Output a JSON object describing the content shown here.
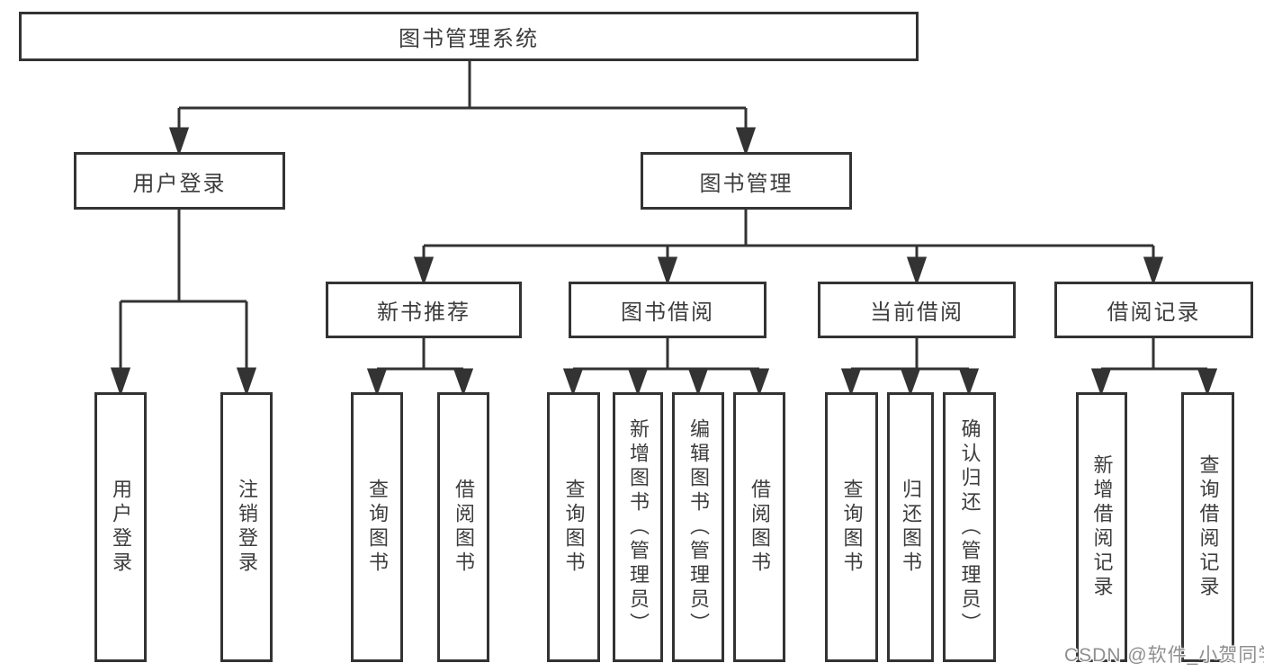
{
  "diagram_title": "图书管理系统",
  "nodes": {
    "root": "图书管理系统",
    "user_login": "用户登录",
    "book_mgmt": "图书管理",
    "new_book_rec": "新书推荐",
    "book_borrow": "图书借阅",
    "current_borrow": "当前借阅",
    "borrow_records": "借阅记录",
    "ul_login": "用户登录",
    "ul_logout": "注销登录",
    "nb_query": "查询图书",
    "nb_borrow": "借阅图书",
    "bb_query": "查询图书",
    "bb_add": "新增图书（管理员）",
    "bb_edit": "编辑图书（管理员）",
    "bb_borrow": "借阅图书",
    "cb_query": "查询图书",
    "cb_return": "归还图书",
    "cb_confirm": "确认归还（管理员）",
    "br_add": "新增借阅记录",
    "br_query": "查询借阅记录"
  },
  "hierarchy": {
    "图书管理系统": [
      "用户登录",
      "图书管理"
    ],
    "用户登录": [
      "用户登录",
      "注销登录"
    ],
    "图书管理": [
      "新书推荐",
      "图书借阅",
      "当前借阅",
      "借阅记录"
    ],
    "新书推荐": [
      "查询图书",
      "借阅图书"
    ],
    "图书借阅": [
      "查询图书",
      "新增图书（管理员）",
      "编辑图书（管理员）",
      "借阅图书"
    ],
    "当前借阅": [
      "查询图书",
      "归还图书",
      "确认归还（管理员）"
    ],
    "借阅记录": [
      "新增借阅记录",
      "查询借阅记录"
    ]
  },
  "watermark": "CSDN @软件_小贺同学",
  "colors": {
    "line": "#333333",
    "box_background": "#ffffff",
    "text": "#3d3d3d",
    "watermark": "#8f8f8f"
  }
}
